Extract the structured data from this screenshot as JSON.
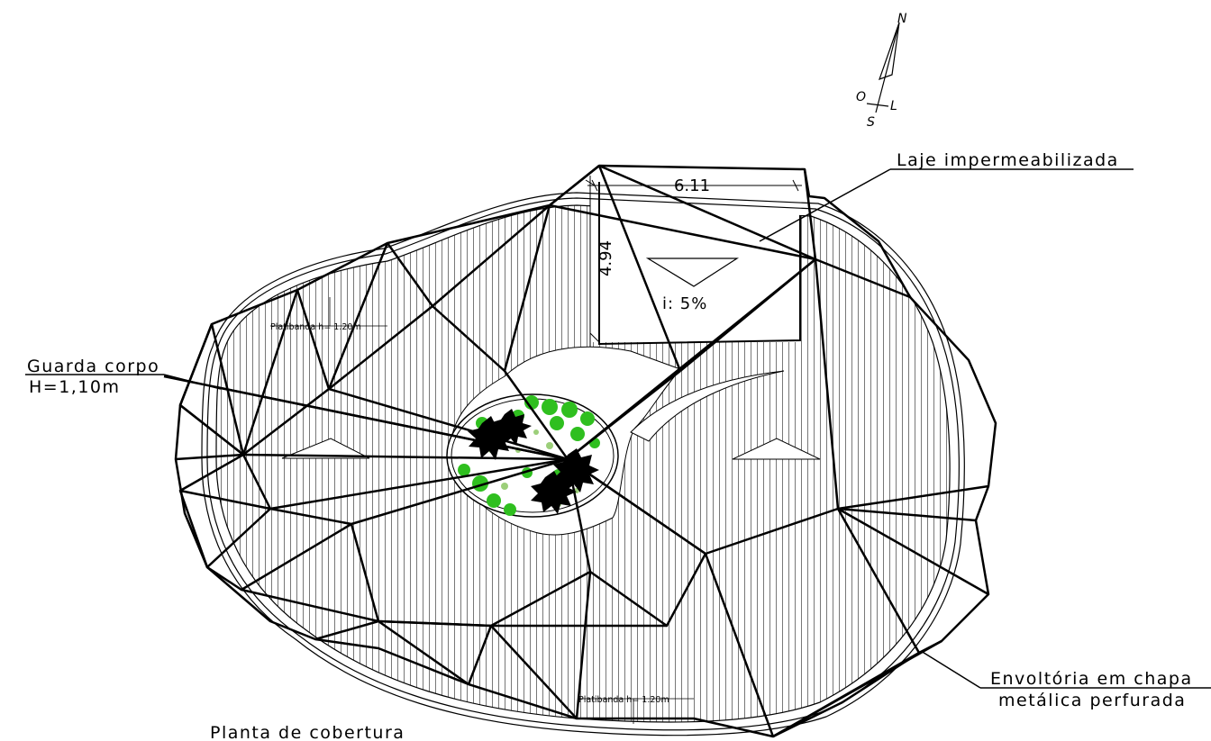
{
  "drawing": {
    "title": "Planta de cobertura",
    "labels": {
      "guard_line1": "Guarda corpo",
      "guard_line2": "H=1,10m",
      "laje": "Laje impermeabilizada",
      "env_line1": "Envoltória em chapa",
      "env_line2": "metálica perfurada",
      "platibanda_top": "Platibanda h= 1.20m",
      "platibanda_bottom": "Platibanda h= 1.20m",
      "slope": "i: 5%"
    },
    "dimensions": {
      "width": "6.11",
      "height": "4.94"
    },
    "compass": {
      "north": "N",
      "south": "S",
      "east": "L",
      "west": "O"
    },
    "colors": {
      "line": "#000000",
      "hatch": "#555555",
      "planting_green": "#2fbf1f",
      "planting_light": "#9ccf7a"
    }
  }
}
